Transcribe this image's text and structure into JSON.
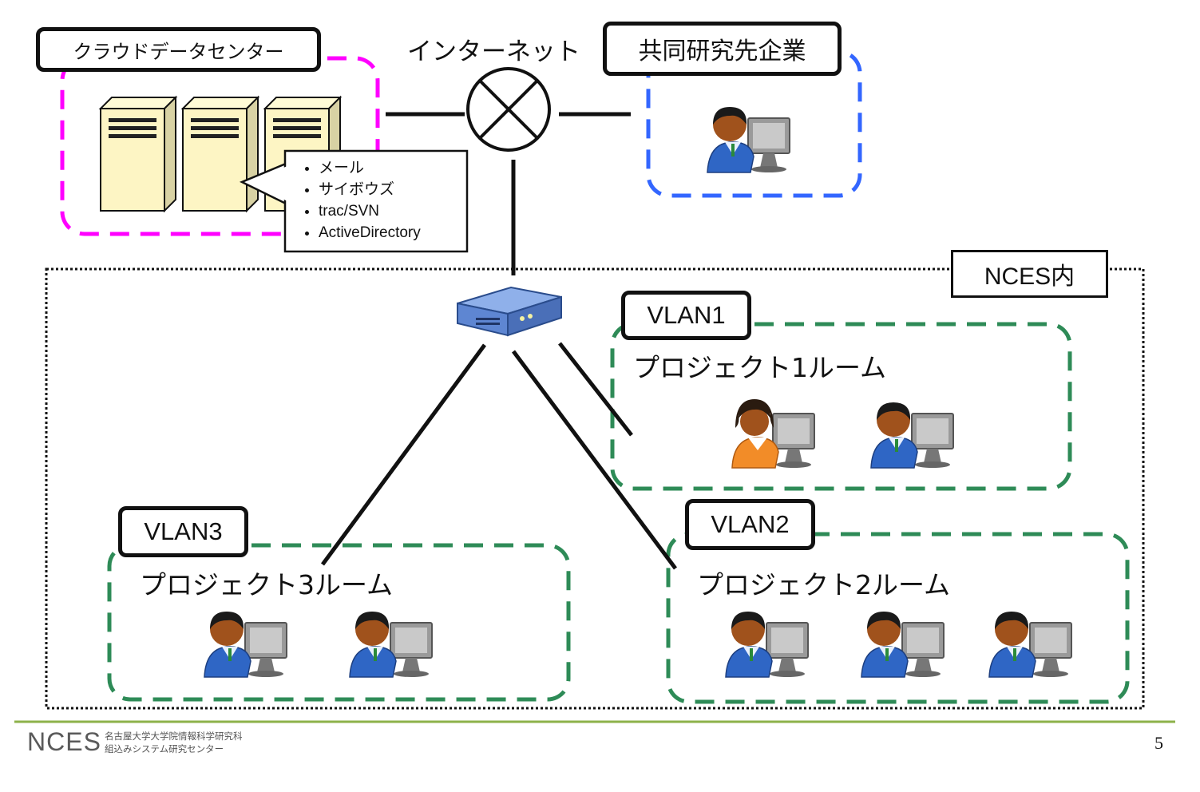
{
  "cloud": {
    "title": "クラウドデータセンター",
    "services": [
      "メール",
      "サイボウズ",
      "trac/SVN",
      "ActiveDirectory"
    ],
    "border_color": "#ff00ff"
  },
  "internet": {
    "label": "インターネット"
  },
  "partner": {
    "title": "共同研究先企業",
    "border_color": "#3366ff"
  },
  "nces": {
    "label": "NCES内"
  },
  "vlans": [
    {
      "tag": "VLAN1",
      "room": "プロジェクト1ルーム"
    },
    {
      "tag": "VLAN2",
      "room": "プロジェクト2ルーム"
    },
    {
      "tag": "VLAN3",
      "room": "プロジェクト3ルーム"
    }
  ],
  "vlan_border_color": "#2e8b57",
  "footer": {
    "logo": "NCES",
    "org_line1": "名古屋大学大学院情報科学研究科",
    "org_line2": "組込みシステム研究センター",
    "page_number": "5",
    "rule_color": "#8db24a"
  },
  "icons": [
    "server-icon",
    "switch-icon",
    "user-icon",
    "internet-cross-icon"
  ]
}
